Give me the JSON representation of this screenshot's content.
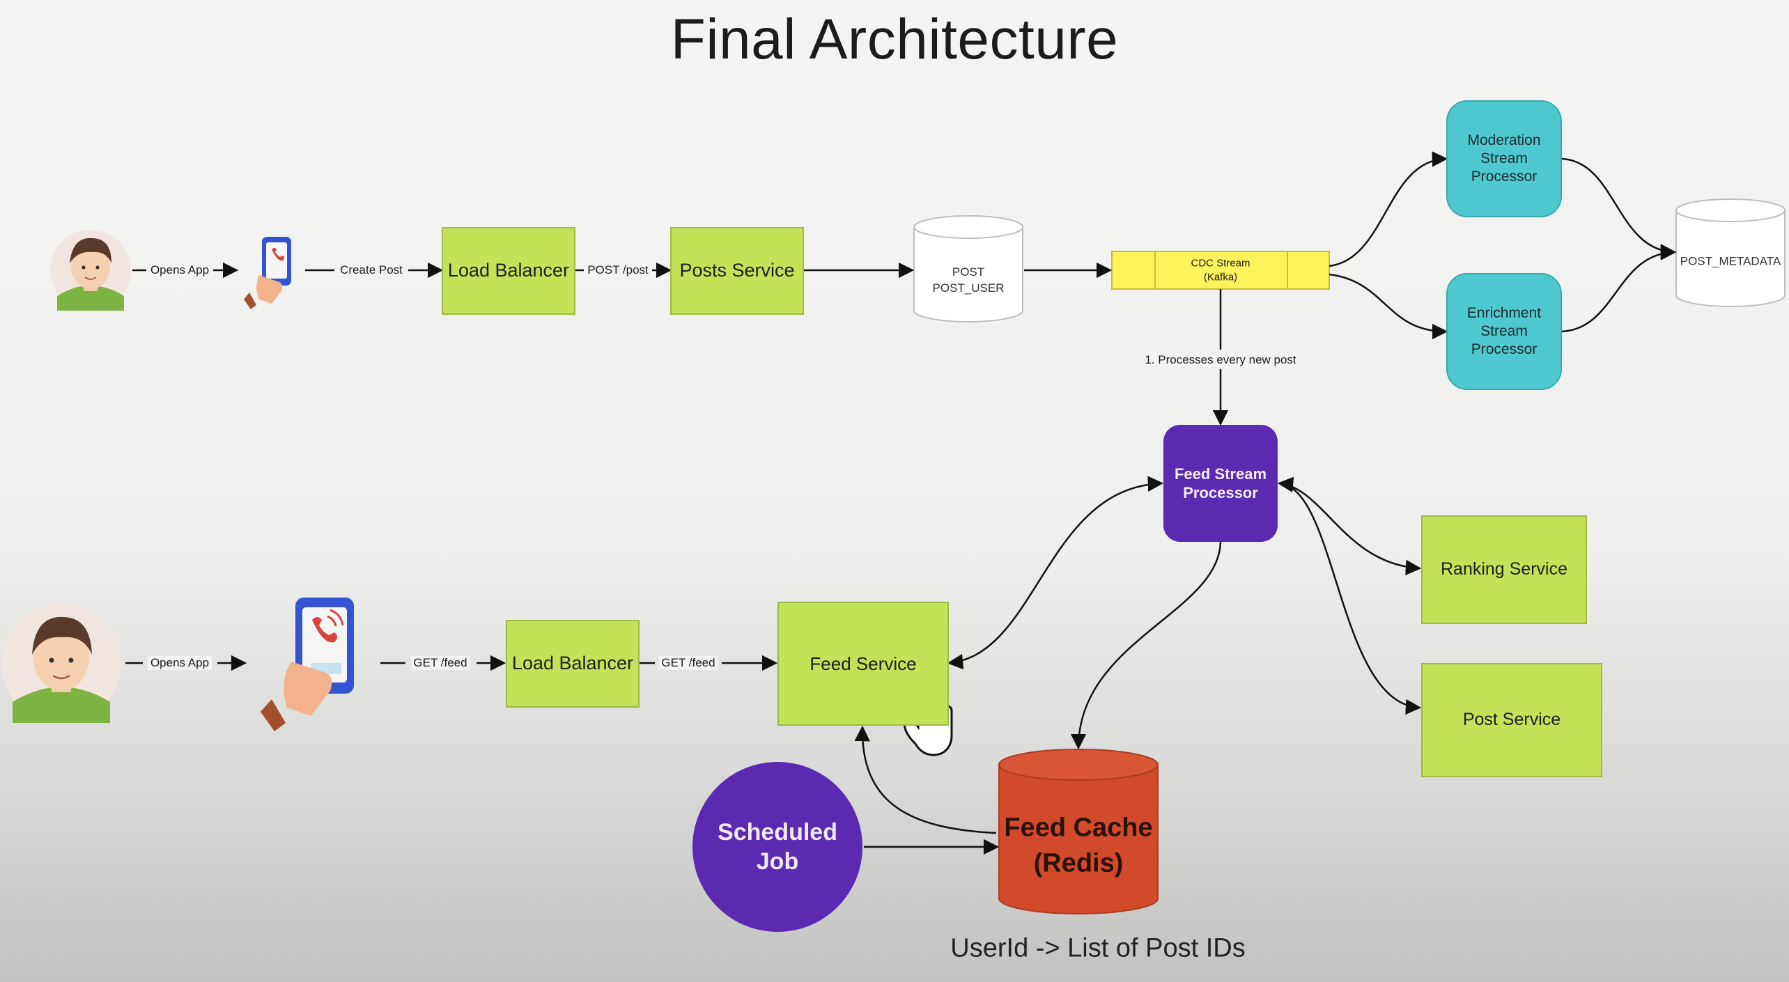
{
  "title": "Final Architecture",
  "top_flow": {
    "edge_opens_app": "Opens App",
    "edge_create_post": "Create Post",
    "load_balancer": "Load Balancer",
    "edge_post_post": "POST /post",
    "posts_service": "Posts Service",
    "db_line1": "POST",
    "db_line2": "POST_USER",
    "kafka_line1": "CDC Stream",
    "kafka_line2": "(Kafka)",
    "moderation_line1": "Moderation",
    "moderation_line2": "Stream",
    "moderation_line3": "Processor",
    "enrichment_line1": "Enrichment",
    "enrichment_line2": "Stream",
    "enrichment_line3": "Processor",
    "metadata_db": "POST_METADATA",
    "edge_processes": "1. Processes every new post"
  },
  "bottom_flow": {
    "edge_opens_app": "Opens App",
    "edge_get_feed_1": "GET /feed",
    "load_balancer": "Load Balancer",
    "edge_get_feed_2": "GET /feed",
    "feed_service": "Feed Service",
    "feed_stream_line1": "Feed Stream",
    "feed_stream_line2": "Processor",
    "ranking_service": "Ranking Service",
    "post_service": "Post Service",
    "scheduled_line1": "Scheduled",
    "scheduled_line2": "Job",
    "cache_line1": "Feed Cache",
    "cache_line2": "(Redis)",
    "cache_caption": "UserId -> List of Post IDs"
  },
  "colors": {
    "service_green": "#c4e257",
    "processor_teal": "#4ec9cf",
    "processor_purple": "#5b2ab0",
    "kafka_yellow": "#fdf35a",
    "redis_red": "#d04a2b"
  }
}
